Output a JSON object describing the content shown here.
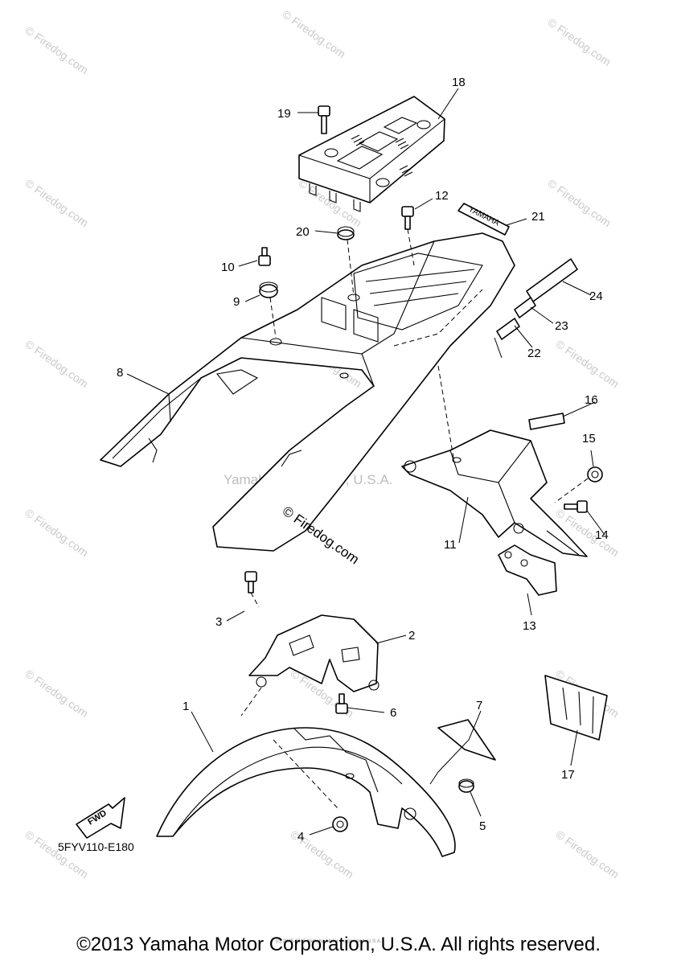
{
  "diagram": {
    "code": "5FYV110-E180",
    "fwd_label": "FWD",
    "decal_text": "YAMAHA",
    "center_watermark": "© Firedog.com",
    "corp_watermark": "Yamaha Motor Corp, U.S.A.",
    "corner_watermark": "© Firedog.com",
    "fine_print": "(c) 2005-2015 Yamaha Motor Corporation, U.S.A.",
    "callouts": {
      "c1": "1",
      "c2": "2",
      "c3": "3",
      "c4": "4",
      "c5": "5",
      "c6": "6",
      "c7": "7",
      "c8": "8",
      "c9": "9",
      "c10": "10",
      "c11": "11",
      "c12": "12",
      "c13": "13",
      "c14": "14",
      "c15": "15",
      "c16": "16",
      "c17": "17",
      "c18": "18",
      "c19": "19",
      "c20": "20",
      "c21": "21",
      "c22": "22",
      "c23": "23",
      "c24": "24"
    }
  },
  "footer": {
    "copyright": "©2013 Yamaha Motor Corporation, U.S.A. All rights reserved."
  }
}
